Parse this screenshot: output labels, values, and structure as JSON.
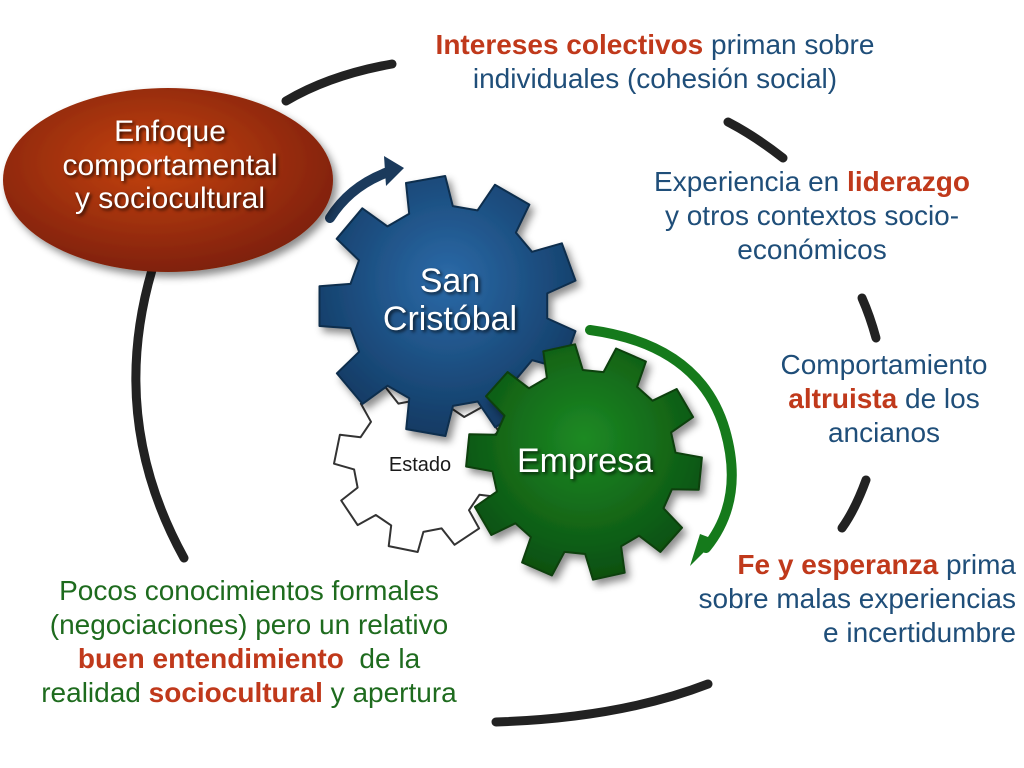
{
  "colors": {
    "text_blue": "#1f4e79",
    "text_green": "#1e6b1e",
    "text_red": "#c0391b",
    "ellipse_red": "#a3290b",
    "gear_blue": "#1b4b7c",
    "gear_green": "#0f6a16",
    "ring_dark": "#222222"
  },
  "ellipse": {
    "lines": [
      "Enfoque",
      "comportamental",
      "y sociocultural"
    ]
  },
  "gears": {
    "san_cristobal": {
      "line1": "San",
      "line2": "Cristóbal",
      "icon": "gear-icon"
    },
    "empresa": {
      "label": "Empresa",
      "icon": "gear-icon"
    },
    "estado": {
      "label": "Estado",
      "icon": "gear-icon"
    }
  },
  "statements": {
    "intereses": {
      "em": "Intereses colectivos",
      "rest1": " priman sobre",
      "line2": "individuales (cohesión social)"
    },
    "liderazgo": {
      "pre": "Experiencia en ",
      "em": "liderazgo",
      "line2": "y otros contextos socio-",
      "line3": "económicos"
    },
    "altruista": {
      "line1": "Comportamiento",
      "em": "altruista",
      "rest": " de los",
      "line3": "ancianos"
    },
    "fe": {
      "em": "Fe y esperanza",
      "rest": " prima",
      "line2": "sobre malas experiencias",
      "line3": "e incertidumbre"
    },
    "pocos": {
      "line1": "Pocos conocimientos formales",
      "line2": "(negociaciones) pero un relativo",
      "em1": "buen entendimiento",
      "rest3": "  de la",
      "pre4": "realidad ",
      "em2": "sociocultural",
      "rest4": " y apertura"
    }
  }
}
